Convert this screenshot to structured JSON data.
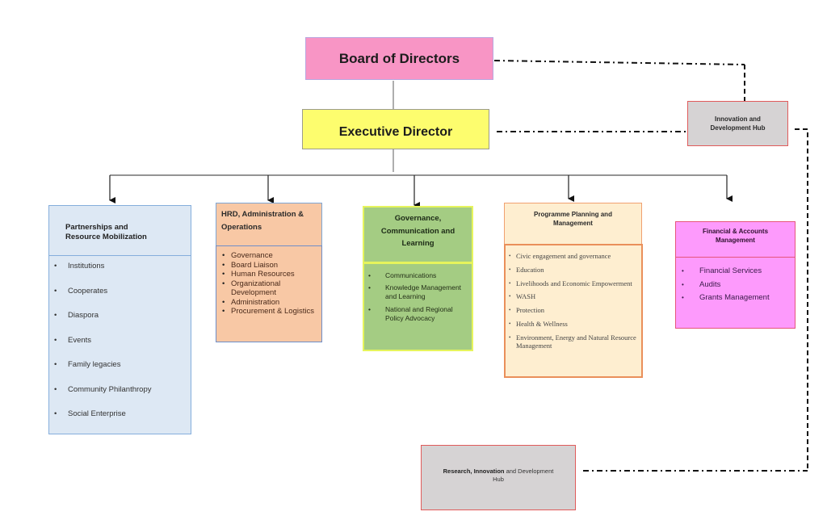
{
  "diagram": {
    "type": "organizational-chart",
    "top": {
      "board": {
        "label": "Board of Directors",
        "color": "#f895c5"
      },
      "executive": {
        "label": "Executive Director",
        "color": "#fdfd6e"
      },
      "innovation_hub": {
        "label_line1": "Innovation and",
        "label_line2": "Development Hub",
        "color": "#d6d3d4",
        "border": "#e05b5b"
      }
    },
    "departments": [
      {
        "id": "partnerships",
        "title_line1": "Partnerships and",
        "title_line2": "Resource Mobilization",
        "color": "#dde8f4",
        "items": [
          "Institutions",
          "Cooperates",
          "Diaspora",
          "Events",
          "Family legacies",
          "Community Philanthropy",
          "Social Enterprise"
        ]
      },
      {
        "id": "hrd",
        "title_line1": "HRD, Administration &",
        "title_line2": "Operations",
        "color": "#f8c8a5",
        "items": [
          "Governance",
          "Board Liaison",
          "Human Resources",
          "Organizational Development",
          "Administration",
          "Procurement & Logistics"
        ]
      },
      {
        "id": "governance",
        "title_line1": "Governance,",
        "title_line2": "Communication and",
        "title_line3": "Learning",
        "color": "#a4cc83",
        "items": [
          "Communications",
          "Knowledge Management  and Learning",
          "National and Regional Policy Advocacy"
        ]
      },
      {
        "id": "programme",
        "title_line1": "Programme Planning and",
        "title_line2": "Management",
        "color": "#feeed0",
        "items": [
          "Civic engagement and governance",
          "Education",
          "Livelihoods and Economic Empowerment",
          "WASH",
          " Protection",
          "Health & Wellness",
          "Environment, Energy  and Natural Resource Management"
        ]
      },
      {
        "id": "financial",
        "title_line1": "Financial & Accounts",
        "title_line2": "Management",
        "color": "#fd9afc",
        "items": [
          "Financial Services",
          "Audits",
          "Grants Management"
        ]
      }
    ],
    "research_hub": {
      "label_bold": "Research, Innovation",
      "label_rest": " and Development",
      "label_line2": "Hub",
      "color": "#d6d3d4",
      "border": "#e05b5b"
    }
  }
}
